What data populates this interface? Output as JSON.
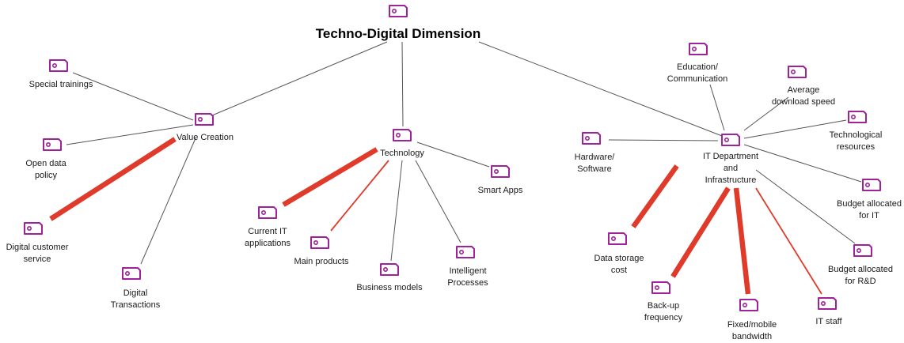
{
  "title": "Techno-Digital Dimension",
  "colors": {
    "thin_edge": "#555555",
    "strong_edge": "#e03a2a",
    "icon": "#a0229a"
  },
  "icon_name": "tag-icon",
  "nodes": [
    {
      "id": "root",
      "lines": [
        "Techno-Digital Dimension"
      ]
    },
    {
      "id": "value",
      "lines": [
        "Value Creation"
      ]
    },
    {
      "id": "tech",
      "lines": [
        "Technology"
      ]
    },
    {
      "id": "it",
      "lines": [
        "IT Department",
        "and",
        "Infrastructure"
      ]
    },
    {
      "id": "special",
      "lines": [
        "Special trainings"
      ]
    },
    {
      "id": "opendata",
      "lines": [
        "Open data",
        "policy"
      ]
    },
    {
      "id": "digcust",
      "lines": [
        "Digital customer",
        "service"
      ]
    },
    {
      "id": "digtrans",
      "lines": [
        "Digital",
        "Transactions"
      ]
    },
    {
      "id": "currentit",
      "lines": [
        "Current IT",
        "applications"
      ]
    },
    {
      "id": "mainprod",
      "lines": [
        "Main products"
      ]
    },
    {
      "id": "busmodels",
      "lines": [
        "Business models"
      ]
    },
    {
      "id": "intproc",
      "lines": [
        "Intelligent",
        "Processes"
      ]
    },
    {
      "id": "smartapps",
      "lines": [
        "Smart Apps"
      ]
    },
    {
      "id": "hardware",
      "lines": [
        "Hardware/",
        "Software"
      ]
    },
    {
      "id": "education",
      "lines": [
        "Education/",
        "Communication"
      ]
    },
    {
      "id": "avgdl",
      "lines": [
        "Average",
        "download speed"
      ]
    },
    {
      "id": "techres",
      "lines": [
        "Technological",
        "resources"
      ]
    },
    {
      "id": "budgetit",
      "lines": [
        "Budget allocated",
        "for IT"
      ]
    },
    {
      "id": "budgetrd",
      "lines": [
        "Budget allocated",
        "for R&D"
      ]
    },
    {
      "id": "datastorage",
      "lines": [
        "Data storage",
        "cost"
      ]
    },
    {
      "id": "backup",
      "lines": [
        "Back-up",
        "frequency"
      ]
    },
    {
      "id": "fixedmobile",
      "lines": [
        "Fixed/mobile",
        "bandwidth"
      ]
    },
    {
      "id": "itstaff",
      "lines": [
        "IT staff"
      ]
    }
  ],
  "edges": [
    {
      "from": "root",
      "to": "value",
      "strength": "weak"
    },
    {
      "from": "root",
      "to": "tech",
      "strength": "weak"
    },
    {
      "from": "root",
      "to": "it",
      "strength": "weak"
    },
    {
      "from": "value",
      "to": "special",
      "strength": "weak"
    },
    {
      "from": "value",
      "to": "opendata",
      "strength": "weak"
    },
    {
      "from": "value",
      "to": "digcust",
      "strength": "strong"
    },
    {
      "from": "value",
      "to": "digtrans",
      "strength": "weak"
    },
    {
      "from": "tech",
      "to": "currentit",
      "strength": "strong"
    },
    {
      "from": "tech",
      "to": "mainprod",
      "strength": "medium"
    },
    {
      "from": "tech",
      "to": "busmodels",
      "strength": "weak"
    },
    {
      "from": "tech",
      "to": "intproc",
      "strength": "weak"
    },
    {
      "from": "tech",
      "to": "smartapps",
      "strength": "weak"
    },
    {
      "from": "it",
      "to": "hardware",
      "strength": "weak"
    },
    {
      "from": "it",
      "to": "education",
      "strength": "weak"
    },
    {
      "from": "it",
      "to": "avgdl",
      "strength": "weak"
    },
    {
      "from": "it",
      "to": "techres",
      "strength": "weak"
    },
    {
      "from": "it",
      "to": "budgetit",
      "strength": "weak"
    },
    {
      "from": "it",
      "to": "budgetrd",
      "strength": "weak"
    },
    {
      "from": "it",
      "to": "datastorage",
      "strength": "strong"
    },
    {
      "from": "it",
      "to": "backup",
      "strength": "strong"
    },
    {
      "from": "it",
      "to": "fixedmobile",
      "strength": "strong"
    },
    {
      "from": "it",
      "to": "itstaff",
      "strength": "medium"
    }
  ]
}
